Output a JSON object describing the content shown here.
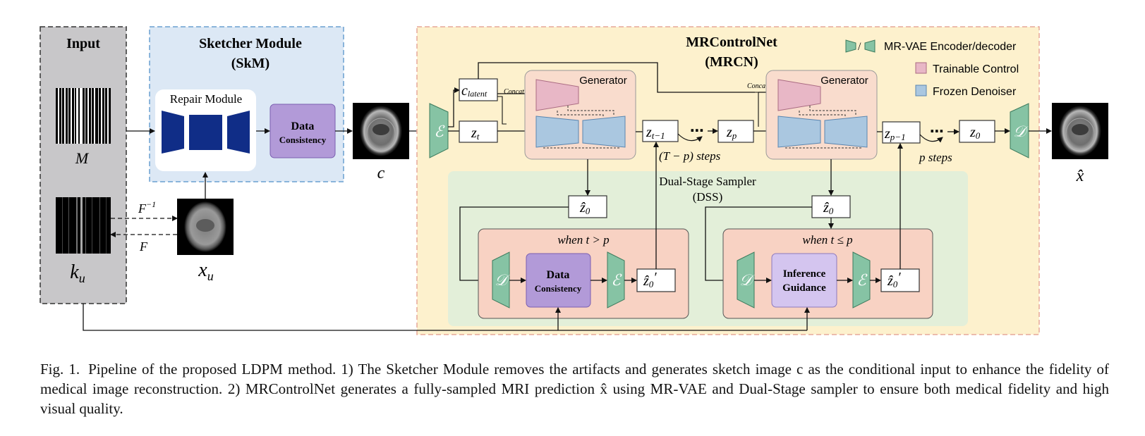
{
  "input": {
    "title": "Input",
    "mask_label": "M",
    "kspace_label": "k",
    "kspace_sub": "u"
  },
  "sketcher": {
    "title": "Sketcher Module",
    "abbr": "(SkM)",
    "repair_label": "Repair Module",
    "dc_line1": "Data",
    "dc_line2": "Consistency"
  },
  "xu": {
    "label": "x",
    "sub": "u",
    "inv_fourier": "F",
    "inv_sup": "−1",
    "fourier": "F"
  },
  "cond": {
    "label": "c"
  },
  "mrcn": {
    "title": "MRControlNet",
    "abbr": "(MRCN)"
  },
  "legend": {
    "vae_slash": "/",
    "vae": "MR-VAE Encoder/decoder",
    "trainable": "Trainable Control",
    "frozen": "Frozen Denoiser"
  },
  "colors": {
    "input_bg": "#c8c7c9",
    "skm_bg": "#dce8f5",
    "mrcn_bg": "#fdf1cd",
    "dss_bg": "#e3efd9",
    "pink": "#e8b7c6",
    "blue": "#aac7e0",
    "teal": "#86c3a4",
    "purple": "#b29ad8",
    "lavender": "#d4c5ef",
    "navy": "#102d87",
    "stage_bg": "#f8d9c9"
  },
  "nodes": {
    "encoder": "ℰ",
    "decoder": "𝒟",
    "c_latent": "c",
    "c_latent_sub": "latent",
    "concat": "Concat",
    "generator": "Generator",
    "z_t": "z",
    "z_t_sub": "t",
    "z_t1": "z",
    "z_t1_sub": "t−1",
    "z_p": "z",
    "z_p_sub": "p",
    "z_p1": "z",
    "z_p1_sub": "p−1",
    "z_0": "z",
    "z_0_sub": "0",
    "z0hat": "ẑ",
    "z0hat_sub": "0",
    "z0hat_prime": "′",
    "dots": "⋯",
    "t_p_steps": "(T − p) steps",
    "p_steps": "p steps",
    "xhat": "x̂"
  },
  "dss": {
    "title": "Dual-Stage Sampler",
    "abbr": "(DSS)",
    "stage1_cond": "when t > p",
    "stage2_cond": "when t ≤ p",
    "dc_line1": "Data",
    "dc_line2": "Consistency",
    "ig_line1": "Inference",
    "ig_line2": "Guidance"
  },
  "caption": {
    "lead": "Fig. 1.",
    "body": "Pipeline of the proposed LDPM method. 1) The Sketcher Module removes the artifacts and generates sketch image c as the conditional input to enhance the fidelity of medical image reconstruction. 2) MRControlNet generates a fully-sampled MRI prediction x̂ using MR-VAE and Dual-Stage sampler to ensure both medical fidelity and high visual quality."
  }
}
